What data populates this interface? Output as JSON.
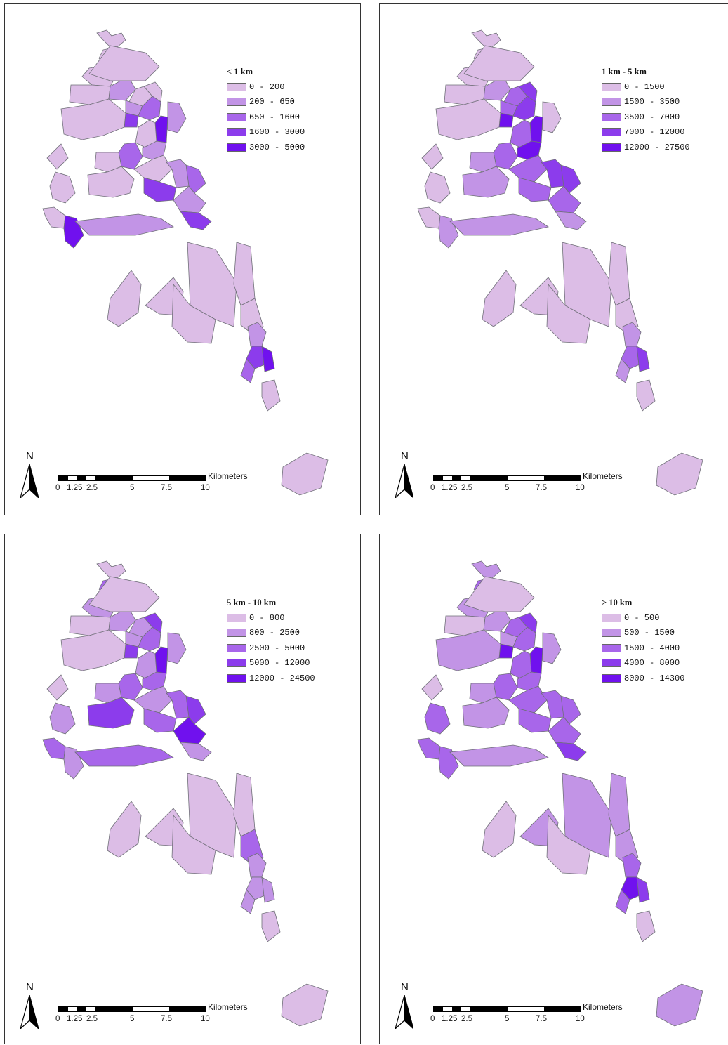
{
  "colors": {
    "class1": "#dcbde6",
    "class2": "#c294e6",
    "class3": "#a866ea",
    "class4": "#8c3cec",
    "class5": "#7011ee",
    "outline": "#6f6f78",
    "frame": "#333333"
  },
  "north_label": "N",
  "scale": {
    "ticks": [
      "0",
      "1.25",
      "2.5",
      "5",
      "7.5",
      "10"
    ],
    "unit": "Kilometers"
  },
  "maps": [
    {
      "legend_title": "< 1 km",
      "classes": [
        "0 - 200",
        "200 - 650",
        "650 - 1600",
        "1600 - 3000",
        "3000 - 5000"
      ],
      "zone_class": [
        1,
        1,
        2,
        1,
        1,
        2,
        1,
        1,
        2,
        3,
        4,
        5,
        1,
        2,
        1,
        2,
        3,
        1,
        1,
        2,
        3,
        4,
        1,
        2,
        1,
        1,
        5,
        4,
        2,
        1,
        1,
        1,
        1,
        1,
        1,
        2,
        4,
        5,
        3,
        1,
        1,
        1,
        1
      ]
    },
    {
      "legend_title": "1 km  - 5 km",
      "classes": [
        "0 - 1500",
        "1500 - 3500",
        "3500 - 7000",
        "7000 - 12000",
        "12000 - 27500"
      ],
      "zone_class": [
        1,
        1,
        2,
        1,
        1,
        2,
        3,
        4,
        3,
        4,
        5,
        5,
        1,
        1,
        3,
        5,
        3,
        2,
        3,
        4,
        4,
        3,
        2,
        3,
        1,
        1,
        2,
        2,
        2,
        1,
        1,
        1,
        1,
        1,
        1,
        2,
        3,
        4,
        2,
        1,
        1,
        1,
        1
      ]
    },
    {
      "legend_title": "5 km  - 10 km",
      "classes": [
        "0 - 800",
        "800 - 2500",
        "2500 - 5000",
        "5000 - 12000",
        "12000 - 24500"
      ],
      "zone_class": [
        1,
        3,
        2,
        2,
        1,
        2,
        2,
        4,
        2,
        3,
        4,
        5,
        1,
        2,
        2,
        3,
        3,
        2,
        2,
        3,
        4,
        3,
        4,
        5,
        2,
        3,
        2,
        2,
        3,
        1,
        1,
        1,
        1,
        1,
        3,
        2,
        2,
        2,
        2,
        1,
        1,
        1,
        1
      ]
    },
    {
      "legend_title": "> 10 km",
      "classes": [
        "0 - 500",
        "500 - 1500",
        "1500 - 4000",
        "4000 - 8000",
        "8000 - 14300"
      ],
      "zone_class": [
        2,
        3,
        2,
        2,
        1,
        2,
        3,
        4,
        2,
        3,
        5,
        5,
        2,
        2,
        3,
        3,
        3,
        2,
        3,
        3,
        3,
        3,
        2,
        3,
        3,
        3,
        3,
        4,
        2,
        1,
        2,
        2,
        1,
        2,
        2,
        3,
        5,
        4,
        3,
        1,
        2,
        1,
        1
      ]
    }
  ]
}
